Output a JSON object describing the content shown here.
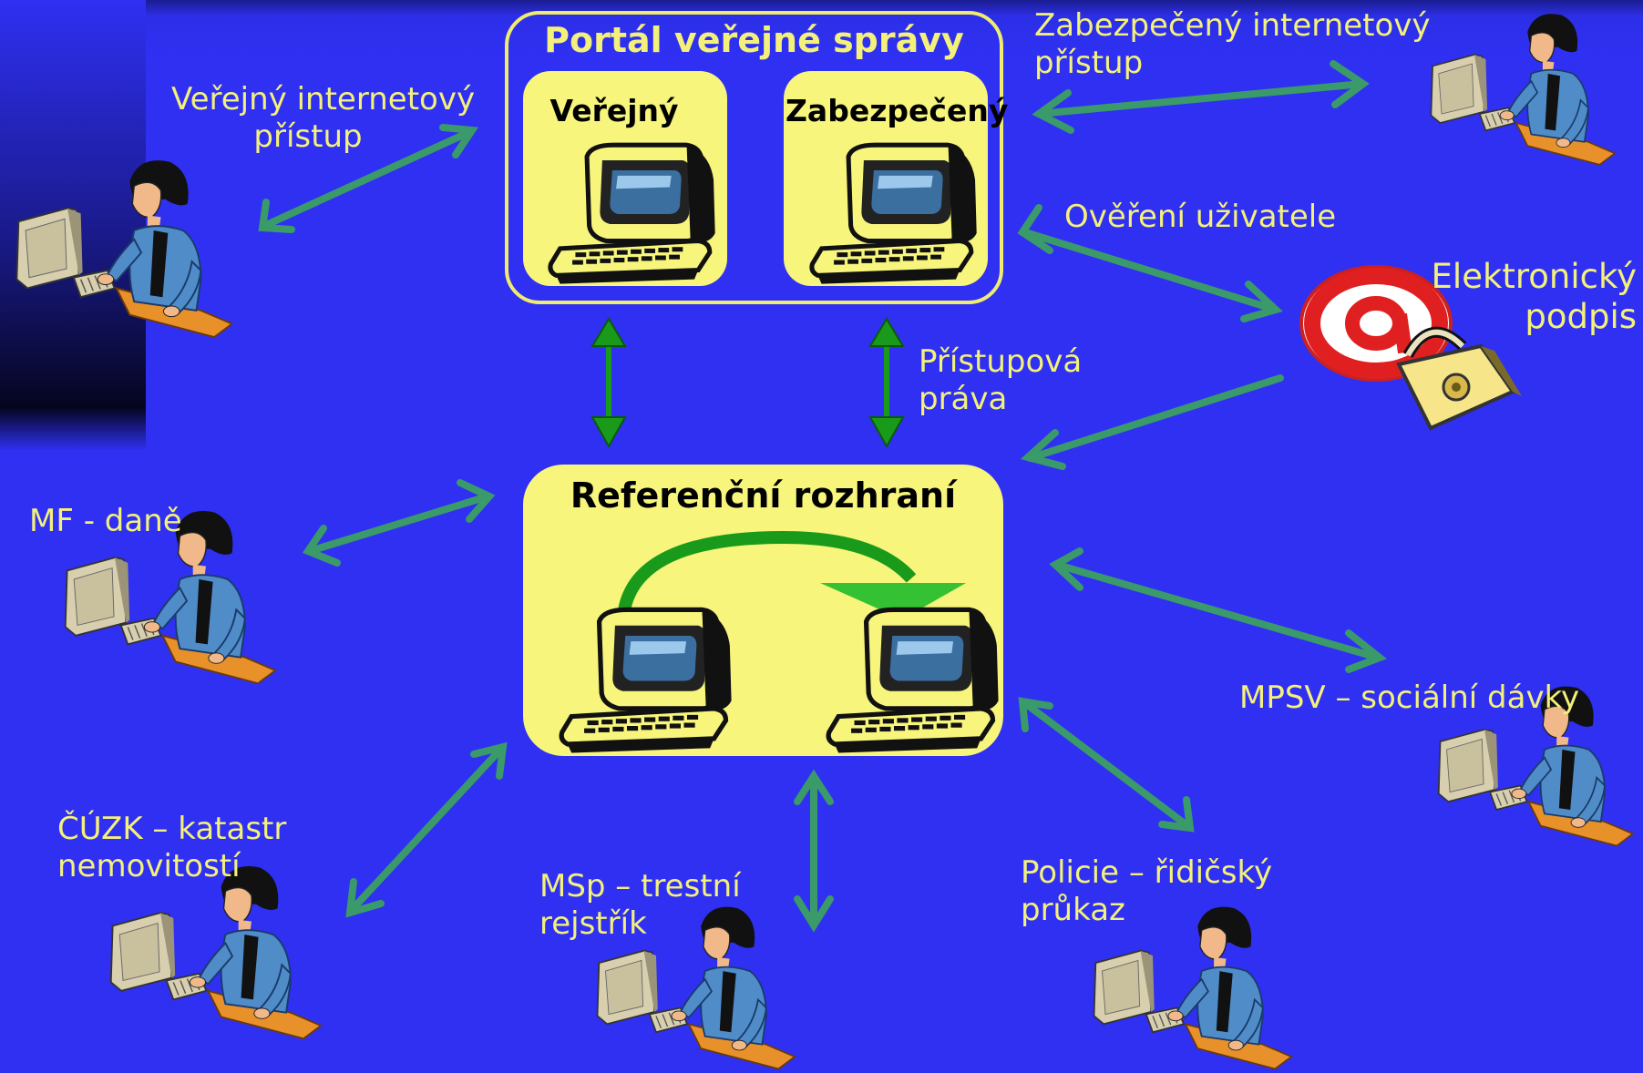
{
  "colors": {
    "background_top": "#0c1050",
    "background_main": "#2f30f2",
    "left_band_dark": "#050520",
    "label_text": "#f4f17a",
    "panel_fill": "#f7f57c",
    "panel_border": "#f0ec70",
    "arrow_teal": "#3a9a6a",
    "arrow_green": "#1a9a1a"
  },
  "portal": {
    "title": "Portál veřejné správy",
    "public_box": "Veřejný",
    "secure_box": "Zabezpečený"
  },
  "reference": {
    "title": "Referenční rozhraní"
  },
  "labels": {
    "public_access_line1": "Veřejný internetový",
    "public_access_line2": "přístup",
    "secure_access_line1": "Zabezpečený internetový",
    "secure_access_line2": "přístup",
    "user_verification": "Ověření uživatele",
    "esig_line1": "Elektronický",
    "esig_line2": "podpis",
    "access_rights_line1": "Přístupová",
    "access_rights_line2": "práva",
    "mf": "MF - daně",
    "mpsv": "MPSV – sociální dávky",
    "cuzk_line1": "ČÚZK – katastr",
    "cuzk_line2": "nemovitostí",
    "msp_line1": "MSp – trestní",
    "msp_line2": "rejstřík",
    "police_line1": "Policie – řidičský",
    "police_line2": "průkaz"
  },
  "icons": {
    "user": "person-at-computer-icon",
    "terminal": "computer-terminal-icon",
    "signature": "at-sign-padlock-icon"
  }
}
